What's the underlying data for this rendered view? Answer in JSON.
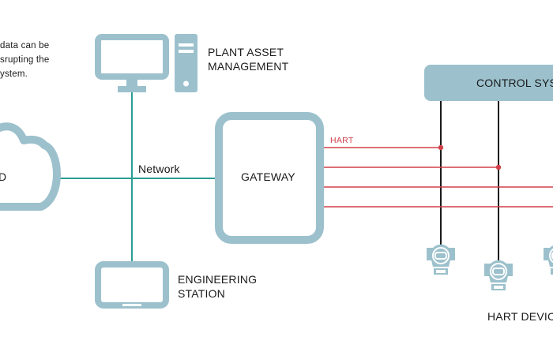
{
  "intro_text": {
    "lines": [
      "data can be",
      "srupting the",
      "ystem."
    ]
  },
  "cloud": {
    "label": "D"
  },
  "network": {
    "label": "Network"
  },
  "plant_asset": {
    "line1": "PLANT ASSET",
    "line2": "MANAGEMENT"
  },
  "engineering": {
    "line1": "ENGINEERING",
    "line2": "STATION"
  },
  "gateway": {
    "label": "GATEWAY"
  },
  "control_system": {
    "label": "CONTROL SYS"
  },
  "hart": {
    "signal_label": "HART",
    "devices_label": "HART DEVIC"
  },
  "colors": {
    "device_fill": "#9cc1cd",
    "network_line": "#2a9d94",
    "hart_line": "#d0414a",
    "control_line": "#1a1a1a"
  }
}
